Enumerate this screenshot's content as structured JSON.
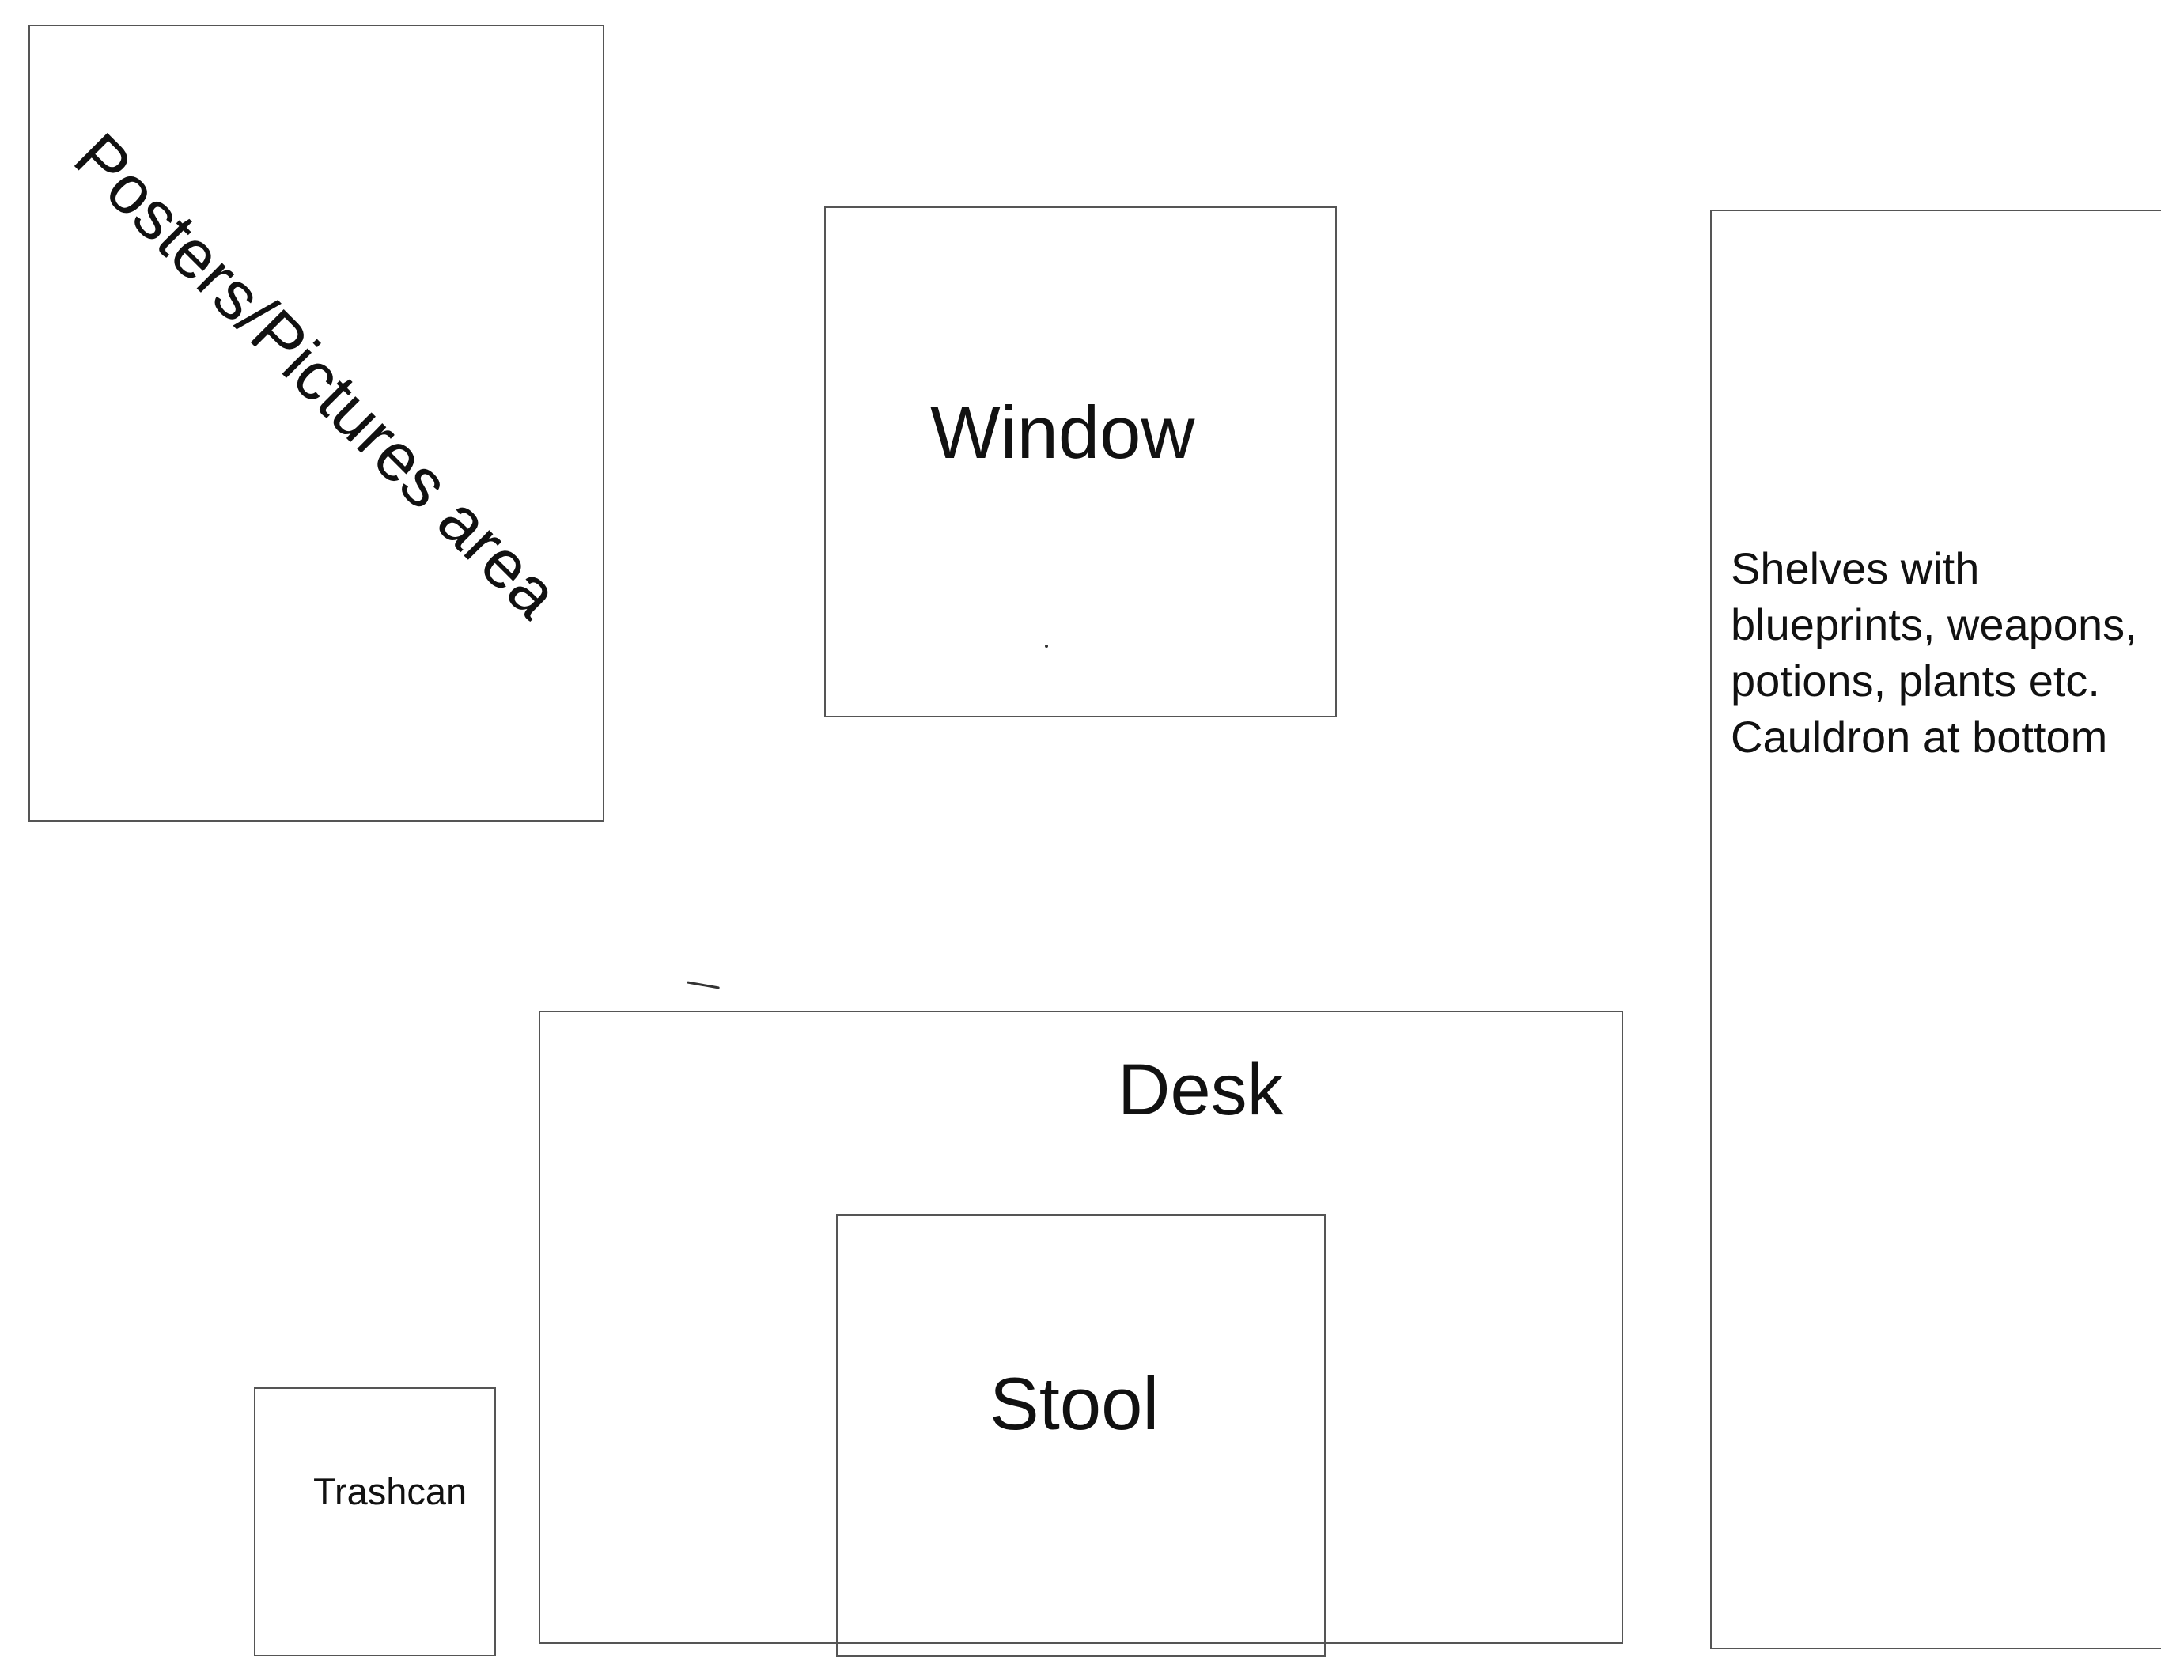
{
  "diagram": {
    "posters": {
      "label": "Posters/Pictures area"
    },
    "window": {
      "label": "Window"
    },
    "desk": {
      "label": "Desk"
    },
    "stool": {
      "label": "Stool"
    },
    "trashcan": {
      "label": "Trashcan"
    },
    "shelves": {
      "lines": [
        "Shelves with",
        "blueprints, weapons,",
        "potions, plants etc.",
        "Cauldron at bottom"
      ]
    }
  },
  "colors": {
    "background": "#ffffff",
    "outline": "#555555",
    "text": "#111111"
  }
}
